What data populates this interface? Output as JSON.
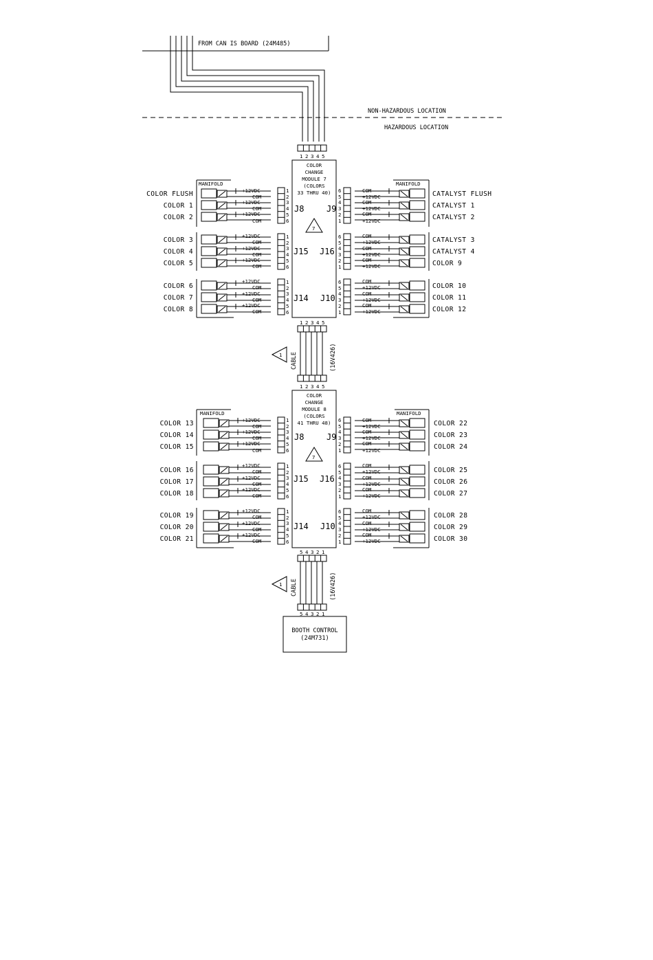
{
  "header": {
    "from_label": "FROM CAN IS BOARD (24M485)",
    "non_hazardous": "NON-HAZARDOUS LOCATION",
    "hazardous": "HAZARDOUS LOCATION"
  },
  "common": {
    "manifold": "MANIFOLD",
    "plus12": "+12VDC",
    "com": "COM",
    "pins": [
      "1",
      "2",
      "3",
      "4",
      "5",
      "6"
    ],
    "conn_pins": [
      "1",
      "2",
      "3",
      "4",
      "5"
    ],
    "conn_pins_rev": [
      "5",
      "4",
      "3",
      "2",
      "1"
    ],
    "note_number": "7",
    "cable_note": "1",
    "cable_label": "CABLE",
    "cable_part": "(16V426)",
    "jacks": {
      "j8": "J8",
      "j9": "J9",
      "j15": "J15",
      "j16": "J16",
      "j14": "J14",
      "j10": "J10"
    }
  },
  "modules": [
    {
      "title": [
        "COLOR",
        "CHANGE",
        "MODULE 7",
        "(COLORS",
        "33 THRU 40)"
      ],
      "left_labels": [
        "COLOR FLUSH",
        "COLOR 1",
        "COLOR 2",
        "COLOR 3",
        "COLOR 4",
        "COLOR 5",
        "COLOR 6",
        "COLOR 7",
        "COLOR 8"
      ],
      "right_labels": [
        "CATALYST FLUSH",
        "CATALYST 1",
        "CATALYST 2",
        "CATALYST 3",
        "CATALYST 4",
        "COLOR 9",
        "COLOR 10",
        "COLOR 11",
        "COLOR 12"
      ]
    },
    {
      "title": [
        "COLOR",
        "CHANGE",
        "MODULE 8",
        "(COLORS",
        "41 THRU 48)"
      ],
      "left_labels": [
        "COLOR 13",
        "COLOR 14",
        "COLOR 15",
        "COLOR 16",
        "COLOR 17",
        "COLOR 18",
        "COLOR 19",
        "COLOR 20",
        "COLOR 21"
      ],
      "right_labels": [
        "COLOR 22",
        "COLOR 23",
        "COLOR 24",
        "COLOR 25",
        "COLOR 26",
        "COLOR 27",
        "COLOR 28",
        "COLOR 29",
        "COLOR 30"
      ]
    }
  ],
  "booth_control": [
    "BOOTH CONTROL",
    "(24M731)"
  ]
}
